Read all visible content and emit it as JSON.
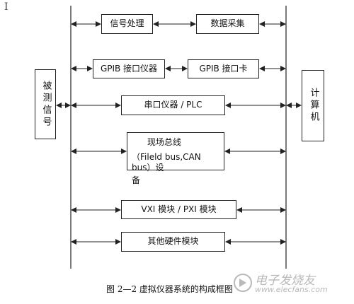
{
  "diagram": {
    "left_node": "被测信号",
    "right_node": "计算机",
    "modules": {
      "signal_processing": "信号处理",
      "data_acquisition": "数据采集",
      "gpib_instrument": "GPIB 接口仪器",
      "gpib_card": "GPIB 接口卡",
      "serial_instrument": "串口仪器 / PLC",
      "fieldbus_line1": "现场总线",
      "fieldbus_line2": "（Fileld bus,CAN bus）设",
      "fieldbus_line3": "备",
      "vxi_pxi": "VXI 模块 / PXI 模块",
      "other_hardware": "其他硬件模块"
    },
    "caption": "图 2—2  虚拟仪器系统的构成框图"
  },
  "cursor_glyph": "I",
  "watermark": {
    "cn": "电子发烧友",
    "en": "www.elecfans.com"
  },
  "colors": {
    "line": "#222222",
    "watermark": "#b9b9b9"
  }
}
